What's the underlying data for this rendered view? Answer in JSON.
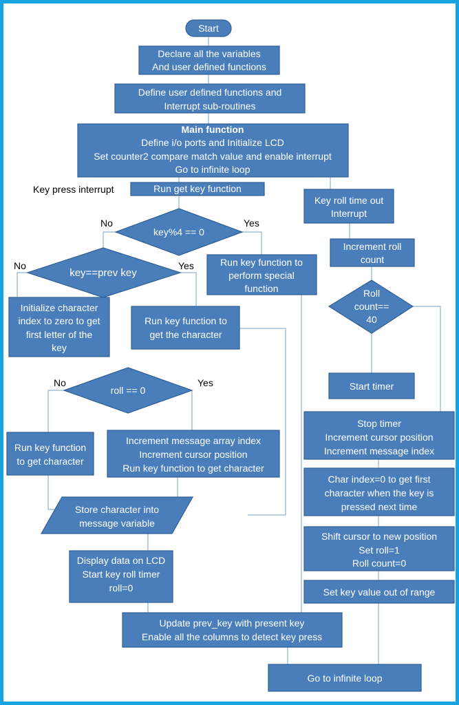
{
  "nodes": {
    "start": "Start",
    "declare": [
      "Declare all the variables",
      "And user defined functions"
    ],
    "define_funcs": [
      "Define user defined functions and",
      "Interrupt sub-routines"
    ],
    "main_title": "Main function",
    "main_lines": [
      "Define i/o ports and Initialize LCD",
      "Set counter2 compare match value and enable interrupt",
      "Go to infinite loop"
    ],
    "run_get_key": "Run get key function",
    "key_mod": "key%4 == 0",
    "special": [
      "Run key function to",
      "perform special",
      "function"
    ],
    "prev_key": "key==prev key",
    "init_char": [
      "Initialize character",
      "index to zero to get",
      "first letter of the",
      "key"
    ],
    "get_char_fn": [
      "Run key function to",
      "get the character"
    ],
    "roll_zero": "roll == 0",
    "run_key_char": [
      "Run key function",
      "to get character"
    ],
    "incr_msg": [
      "Increment message array index",
      "Increment cursor position",
      "Run key function to get character"
    ],
    "store_char": [
      "Store character into",
      "message variable"
    ],
    "display": [
      "Display data on LCD",
      "Start key roll timer",
      "roll=0"
    ],
    "update_prev": [
      "Update prev_key with present key",
      "Enable all the columns to detect key press"
    ],
    "roll_timeout": [
      "Key roll time out",
      "Interrupt"
    ],
    "incr_roll": [
      "Increment roll",
      "count"
    ],
    "roll_count": [
      "Roll",
      "count==",
      "40"
    ],
    "start_timer": "Start timer",
    "stop_timer": [
      "Stop timer",
      "Increment cursor position",
      "Increment message index"
    ],
    "char_index": [
      "Char index=0 to get  first",
      "character when the key is",
      "pressed next time"
    ],
    "shift_cursor": [
      "Shift cursor to new position",
      "Set roll=1",
      "Roll count=0"
    ],
    "set_key": "Set key value out of range",
    "infinite": "Go to infinite loop"
  },
  "labels": {
    "key_press_interrupt": "Key press interrupt",
    "no": "No",
    "yes": "Yes"
  },
  "colors": {
    "box_fill": "#4a7ebb",
    "box_border": "#2f5f96",
    "connector": "#8fb3cf",
    "frame": "#17a3e0"
  }
}
